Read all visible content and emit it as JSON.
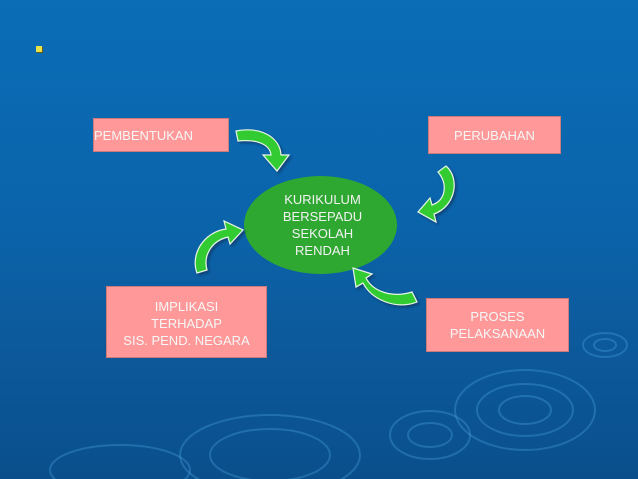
{
  "slide": {
    "bullet": "."
  },
  "nodes": {
    "pembentukan": "PEMBENTUKAN",
    "perubahan": "PERUBAHAN",
    "center": [
      "KURIKULUM",
      "BERSEPADU",
      "SEKOLAH",
      "RENDAH"
    ],
    "implikasi": [
      "IMPLIKASI",
      "TERHADAP",
      "SIS. PEND. NEGARA"
    ],
    "proses": [
      "PROSES",
      "PELAKSANAAN"
    ]
  },
  "colors": {
    "background": "#0b64ab",
    "box_fill": "#ff9999",
    "center_fill": "#2fa832",
    "arrow_fill": "#33cc33",
    "bullet": "#e8e24a"
  }
}
